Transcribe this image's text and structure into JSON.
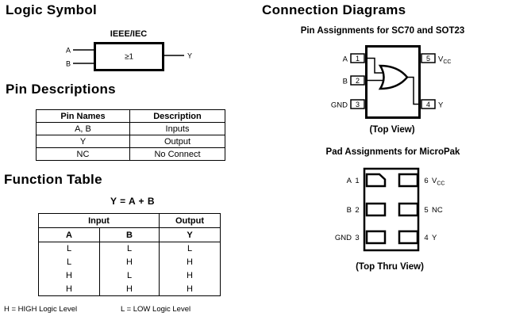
{
  "logic_symbol": {
    "heading": "Logic Symbol",
    "standard": "IEEE/IEC",
    "gate_glyph": "≥1",
    "inputs": [
      "A",
      "B"
    ],
    "output": "Y"
  },
  "pin_descriptions": {
    "heading": "Pin Descriptions",
    "columns": [
      "Pin Names",
      "Description"
    ],
    "rows": [
      [
        "A, B",
        "Inputs"
      ],
      [
        "Y",
        "Output"
      ],
      [
        "NC",
        "No Connect"
      ]
    ]
  },
  "function_table": {
    "heading": "Function Table",
    "equation": "Y = A + B",
    "input_group": "Input",
    "output_group": "Output",
    "columns": [
      "A",
      "B",
      "Y"
    ],
    "rows": [
      [
        "L",
        "L",
        "L"
      ],
      [
        "L",
        "H",
        "H"
      ],
      [
        "H",
        "L",
        "H"
      ],
      [
        "H",
        "H",
        "H"
      ]
    ],
    "legend_high": "H = HIGH Logic Level",
    "legend_low": "L = LOW Logic Level"
  },
  "connection_diagrams": {
    "heading": "Connection Diagrams",
    "sot23": {
      "title": "Pin Assignments for SC70 and SOT23",
      "caption": "(Top View)",
      "left_pins": [
        {
          "label": "A",
          "num": "1"
        },
        {
          "label": "B",
          "num": "2"
        },
        {
          "label": "GND",
          "num": "3"
        }
      ],
      "right_pins": [
        {
          "num": "5",
          "label": "V",
          "sub": "CC"
        },
        {
          "num": "4",
          "label": "Y",
          "sub": ""
        }
      ]
    },
    "micropak": {
      "title": "Pad Assignments for MicroPak",
      "caption": "(Top Thru View)",
      "left_pads": [
        {
          "label": "A",
          "num": "1"
        },
        {
          "label": "B",
          "num": "2"
        },
        {
          "label": "GND",
          "num": "3"
        }
      ],
      "right_pads": [
        {
          "num": "6",
          "label": "V",
          "sub": "CC"
        },
        {
          "num": "5",
          "label": "NC",
          "sub": ""
        },
        {
          "num": "4",
          "label": "Y",
          "sub": ""
        }
      ]
    }
  },
  "colors": {
    "ink": "#000000",
    "paper": "#ffffff"
  }
}
